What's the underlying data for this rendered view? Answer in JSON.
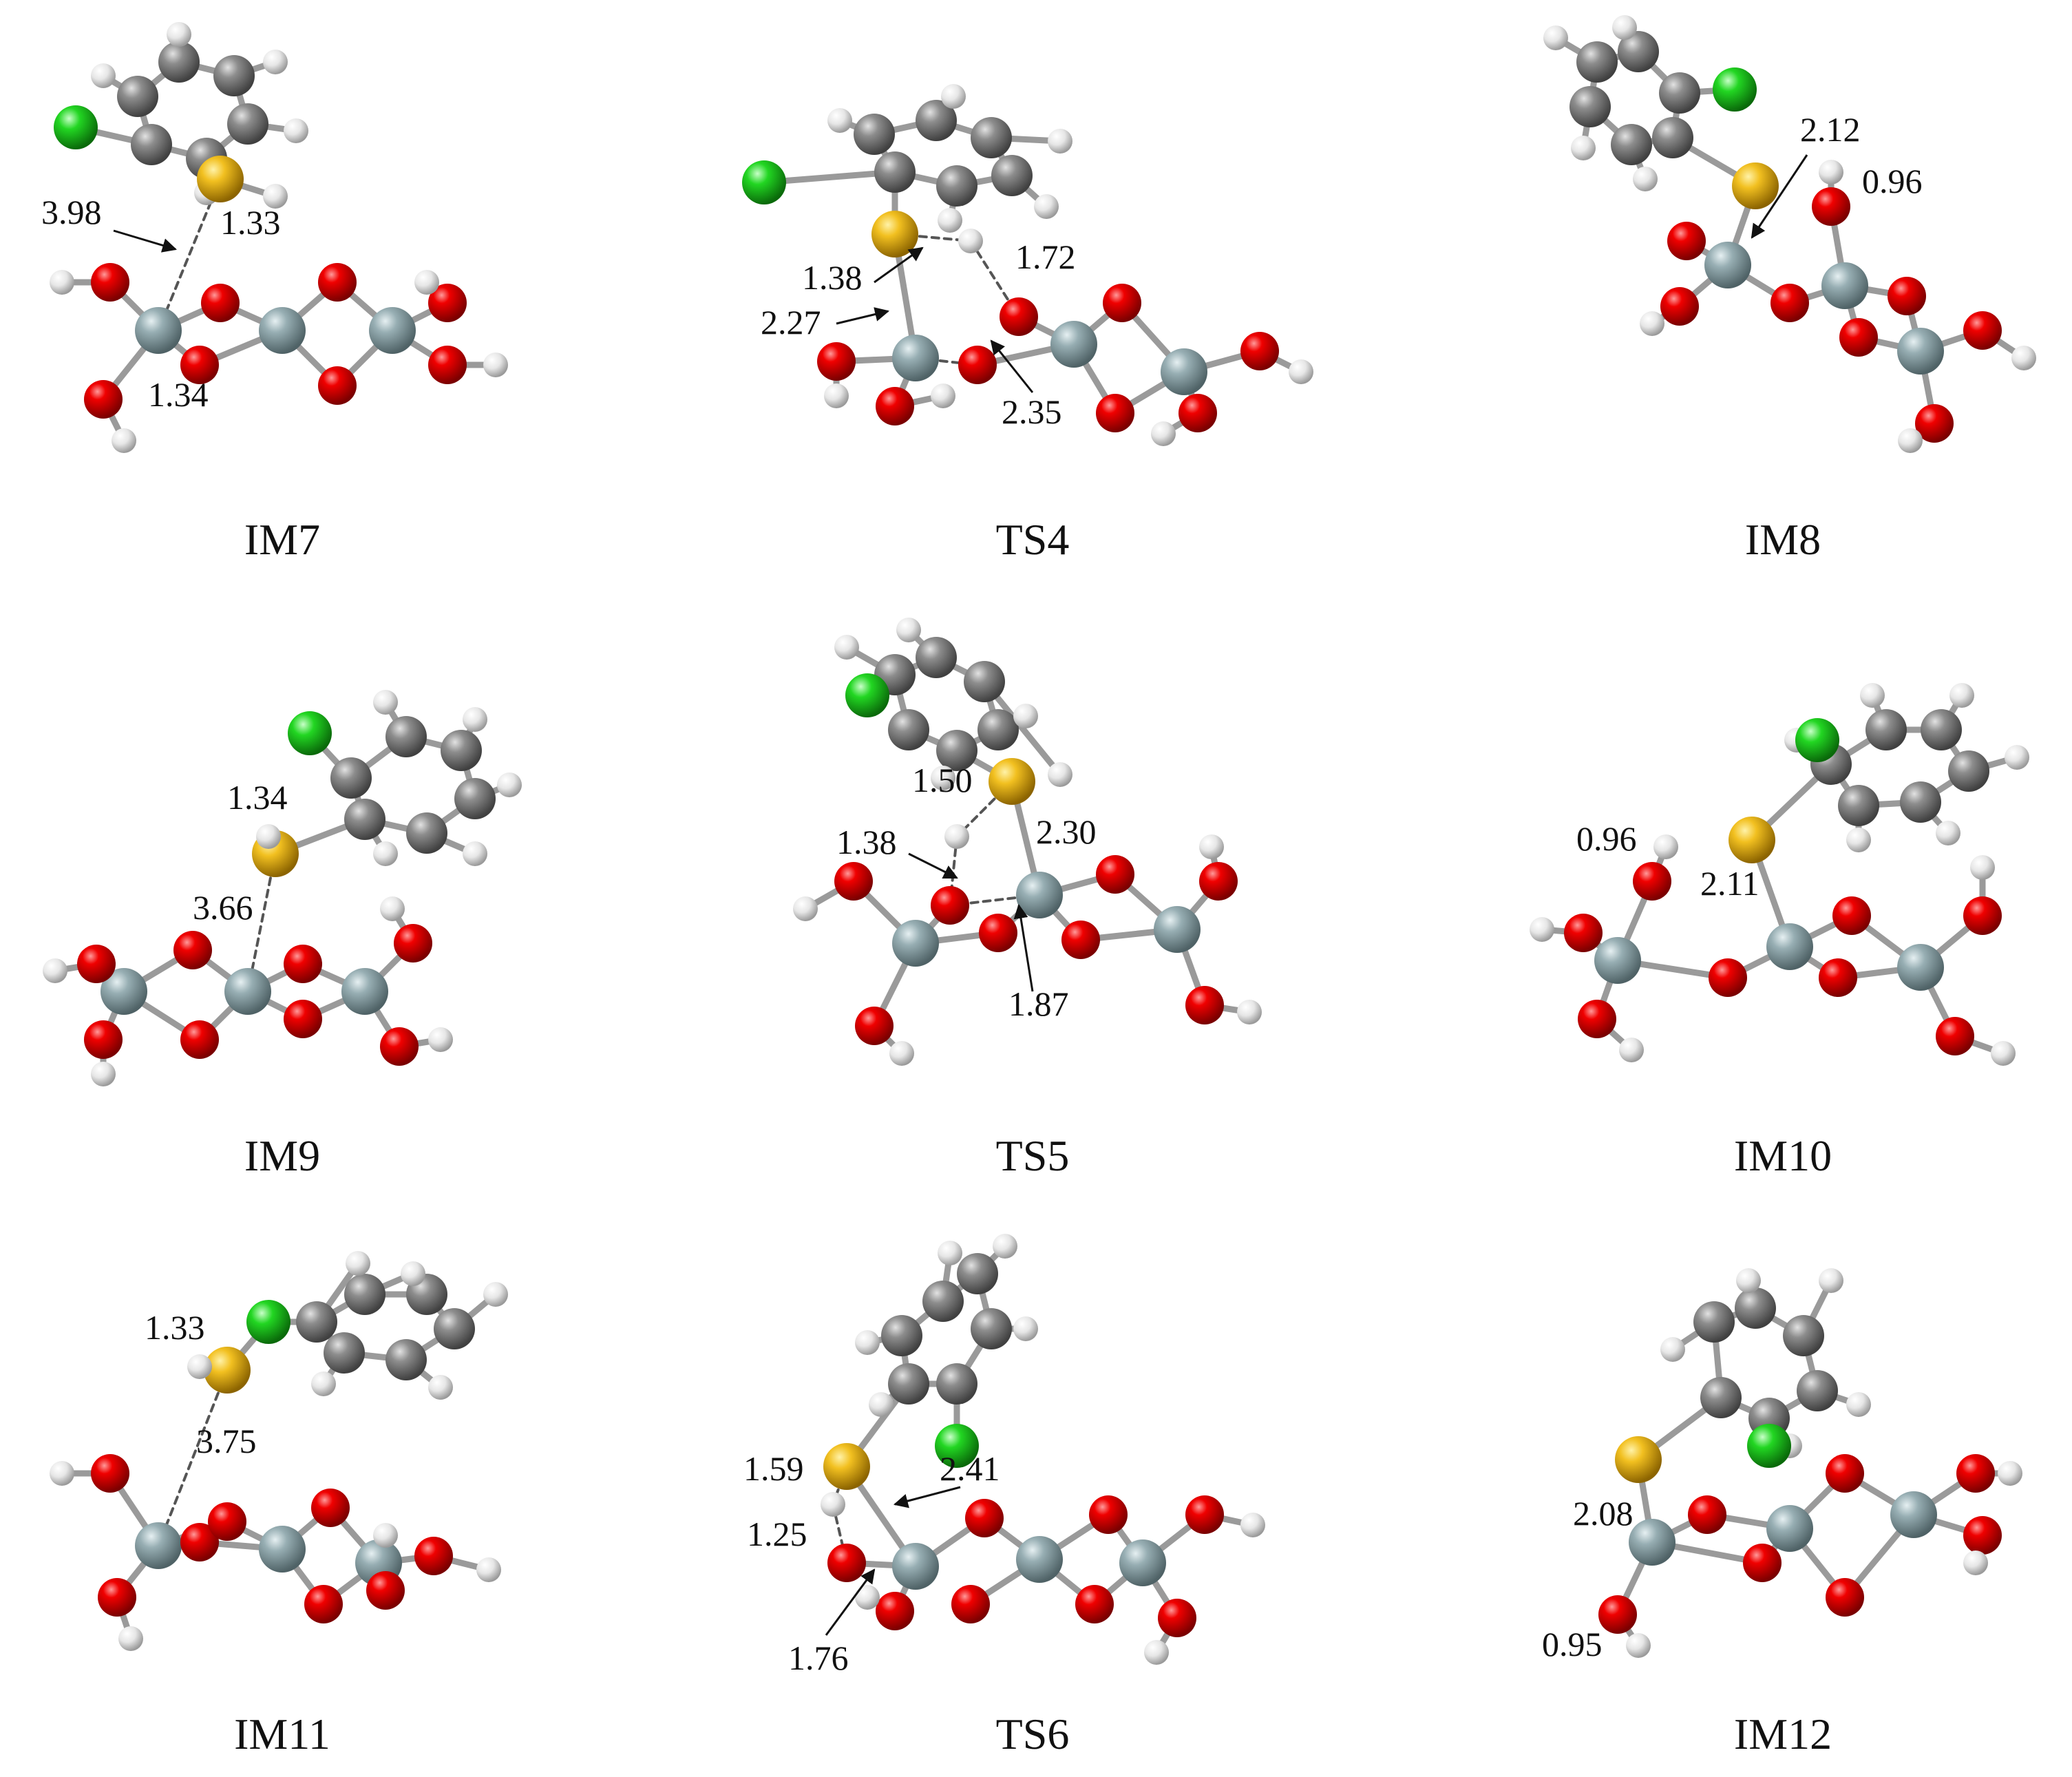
{
  "colors": {
    "oxygen": "#e00000",
    "silicon": "#8fa6ab",
    "carbon": "#8a8a8a",
    "hydrogen": "#e8e8e8",
    "sulfur": "#f2c020",
    "chlorine": "#22d622",
    "bond": "#9a9a9a",
    "text": "#111111"
  },
  "structures": [
    {
      "label": "IM7",
      "distances": [
        "3.98",
        "1.33",
        "1.34"
      ]
    },
    {
      "label": "TS4",
      "distances": [
        "1.38",
        "2.27",
        "1.72",
        "2.35"
      ]
    },
    {
      "label": "IM8",
      "distances": [
        "2.12",
        "0.96"
      ]
    },
    {
      "label": "IM9",
      "distances": [
        "1.34",
        "3.66"
      ]
    },
    {
      "label": "TS5",
      "distances": [
        "1.50",
        "1.38",
        "2.30",
        "1.87"
      ]
    },
    {
      "label": "IM10",
      "distances": [
        "0.96",
        "2.11"
      ]
    },
    {
      "label": "IM11",
      "distances": [
        "1.33",
        "3.75"
      ]
    },
    {
      "label": "TS6",
      "distances": [
        "1.59",
        "2.41",
        "1.25",
        "1.76"
      ]
    },
    {
      "label": "IM12",
      "distances": [
        "2.08",
        "0.95"
      ]
    }
  ]
}
